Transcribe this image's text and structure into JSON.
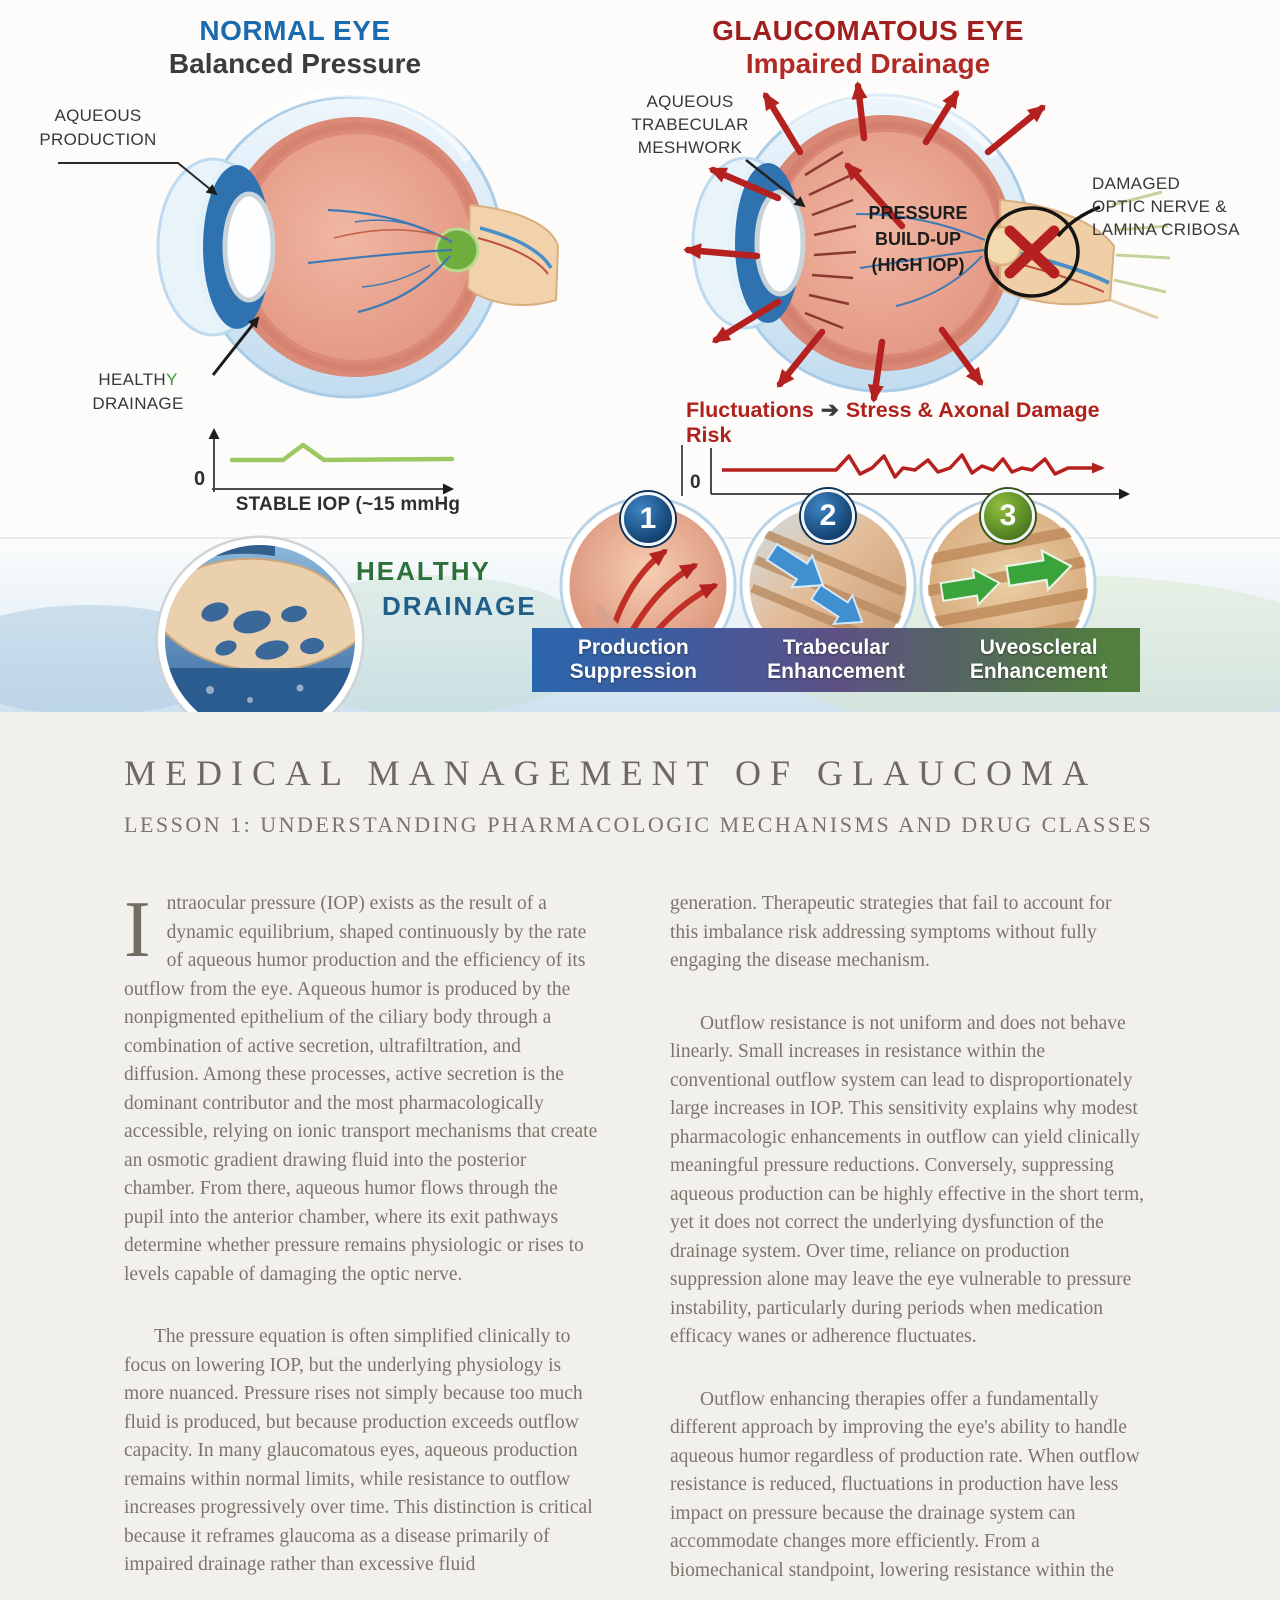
{
  "illustration": {
    "normal": {
      "title": "NORMAL EYE",
      "subtitle": "Balanced Pressure"
    },
    "glaucomatous": {
      "title": "GLAUCOMATOUS EYE",
      "subtitle": "Impaired Drainage"
    },
    "labels": {
      "aqueous_line1": "AQUEOUS",
      "aqueous_line2": "PRODUCTION",
      "healthy_left_prefix": "HEALTH",
      "healthy_left_green": "Y",
      "healthy_left_line2": "DRAINAGE",
      "meshwork_line1": "AQUEOUS",
      "meshwork_line2": "TRABECULAR",
      "meshwork_line3": "MESHWORK",
      "pressure_line1": "PRESSURE",
      "pressure_line2": "BUILD-UP",
      "pressure_line3": "(HIGH IOP)",
      "damaged_line1": "DAMAGED",
      "damaged_line2": "OPTIC NERVE &",
      "damaged_line3": "LAMINA CRIBOSA",
      "fluctuations": "Fluctuations",
      "fluct_arrow": "➔",
      "fluct_risk": "Stress & Axonal Damage Risk",
      "stable_caption": "STABLE IOP (~15 mmHg",
      "left_zero": "0",
      "right_zero": "0",
      "healthy_caption_line1": "HEALTHY",
      "healthy_caption_line2": "DRAINAGE"
    },
    "mechanisms": [
      {
        "number": "1",
        "caption_line1": "Production",
        "caption_line2": "Suppression"
      },
      {
        "number": "2",
        "caption_line1": "Trabecular",
        "caption_line2": "Enhancement"
      },
      {
        "number": "3",
        "caption_line1": "Uveoscleral",
        "caption_line2": "Enhancement"
      }
    ]
  },
  "article": {
    "title": "MEDICAL MANAGEMENT OF GLAUCOMA",
    "subtitle": "LESSON 1: UNDERSTANDING PHARMACOLOGIC MECHANISMS AND DRUG CLASSES",
    "left_column": {
      "dropcap": "I",
      "p1": "ntraocular pressure (IOP) exists as the result of a dynamic equilibrium, shaped continuously by the rate of aqueous humor production and the efficiency of its outflow from the eye. Aqueous humor is produced by the nonpigmented epithelium of the ciliary body through a combination of active secretion, ultrafiltration, and diffusion. Among these processes, active secretion is the dominant contributor and the most pharmacologically accessible, relying on ionic transport mechanisms that create an osmotic gradient drawing fluid into the posterior chamber. From there, aqueous humor flows through the pupil into the anterior chamber, where its exit pathways determine whether pressure remains physiologic or rises to levels capable of damaging the optic nerve.",
      "p2": "The pressure equation is often simplified clinically to focus on lowering IOP, but the underlying physiology is more nuanced. Pressure rises not simply because too much fluid is produced, but because production exceeds outflow capacity. In many glaucomatous eyes, aqueous production remains within normal limits, while resistance to outflow increases progressively over time. This distinction is critical because it reframes glaucoma as a disease primarily of impaired drainage rather than excessive fluid"
    },
    "right_column": {
      "p1": "generation. Therapeutic strategies that fail to account for this imbalance risk addressing symptoms without fully engaging the disease mechanism.",
      "p2": "Outflow resistance is not uniform and does not behave linearly. Small increases in resistance within the conventional outflow system can lead to disproportionately large increases in IOP. This sensitivity explains why modest pharmacologic enhancements in outflow can yield clinically meaningful pressure reductions. Conversely, suppressing aqueous production can be highly effective in the short term, yet it does not correct the underlying dysfunction of the drainage system. Over time, reliance on production suppression alone may leave the eye vulnerable to pressure instability, particularly during periods when medication efficacy wanes or adherence fluctuates.",
      "p3": "Outflow enhancing therapies offer a fundamentally different approach by improving the eye's ability to handle aqueous humor regardless of production rate. When outflow resistance is reduced, fluctuations in production have less impact on pressure because the drainage system can accommodate changes more efficiently. From a biomechanical standpoint, lowering resistance within the"
    }
  },
  "chart_data": [
    {
      "type": "line",
      "title": "STABLE IOP (~15 mmHg",
      "series": [
        {
          "name": "Normal eye IOP",
          "values": [
            15,
            15,
            15,
            15,
            18,
            15,
            15,
            15,
            15,
            15,
            15
          ]
        }
      ],
      "xlabel": "",
      "ylabel": "",
      "y_origin_label": "0",
      "line_color": "#9cc861",
      "note": "flat green line with one small bump; axes unlabeled, origin marked 0"
    },
    {
      "type": "line",
      "title": "Fluctuations ➔ Stress & Axonal Damage Risk",
      "series": [
        {
          "name": "Glaucomatous eye IOP",
          "values": [
            22,
            22,
            22,
            22,
            27,
            20,
            24,
            27,
            19,
            23,
            22,
            25,
            28,
            21,
            23,
            22,
            26,
            20,
            24,
            22,
            26,
            21,
            23,
            23,
            23
          ]
        }
      ],
      "xlabel": "",
      "ylabel": "",
      "y_origin_label": "0",
      "line_color": "#b5211f",
      "note": "irregular fluctuating red line ending in arrow; origin marked 0"
    }
  ],
  "colors": {
    "normal_title_blue": "#1a6ab0",
    "glaucoma_title_red": "#9f1e1e",
    "arrow_red": "#b5211f",
    "stable_line_green": "#9cc861",
    "band_blue": "#2a66ad",
    "band_purple": "#5d5184",
    "band_green": "#527e3f",
    "badge_navy": "#123f6e",
    "badge_green": "#4c7a1f",
    "article_bg": "#f2f0ec",
    "article_text": "#7b746b"
  }
}
